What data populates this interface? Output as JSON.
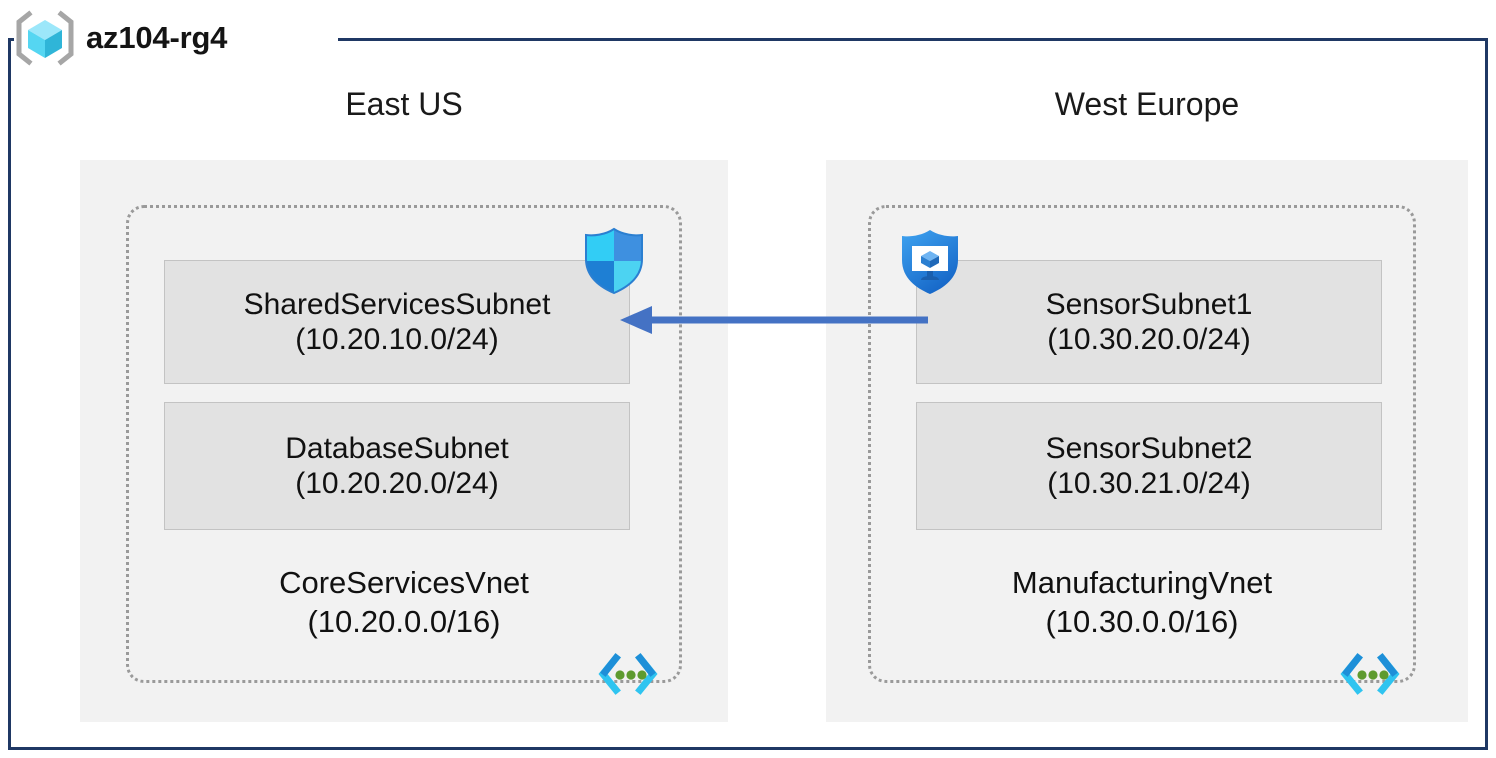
{
  "resource_group": {
    "name": "az104-rg4",
    "icon": "resource-group-cube-icon",
    "frame_color": "#1F3864"
  },
  "regions": [
    {
      "id": "east",
      "label": "East US"
    },
    {
      "id": "west",
      "label": "West Europe"
    }
  ],
  "vnets": [
    {
      "id": "east",
      "name": "CoreServicesVnet",
      "cidr": "(10.20.0.0/16)",
      "region": "East US",
      "icon": "virtual-network-icon",
      "subnets": [
        {
          "name": "SharedServicesSubnet",
          "cidr": "(10.20.10.0/24)",
          "attached_icon": "network-security-group-shield-icon"
        },
        {
          "name": "DatabaseSubnet",
          "cidr": "(10.20.20.0/24)",
          "attached_icon": null
        }
      ]
    },
    {
      "id": "west",
      "name": "ManufacturingVnet",
      "cidr": "(10.30.0.0/16)",
      "region": "West Europe",
      "icon": "virtual-network-icon",
      "subnets": [
        {
          "name": "SensorSubnet1",
          "cidr": "(10.30.20.0/24)",
          "attached_icon": "defender-vm-shield-icon"
        },
        {
          "name": "SensorSubnet2",
          "cidr": "(10.30.21.0/24)",
          "attached_icon": null
        }
      ]
    }
  ],
  "connection": {
    "id": "vnet-peering",
    "direction": "right-to-left",
    "from": "SensorSubnet1",
    "to": "SharedServicesSubnet",
    "color": "#4472C4"
  },
  "colors": {
    "frame_navy": "#1F3864",
    "region_fill": "#F2F2F2",
    "vnet_border": "#9A9A9A",
    "subnet_fill": "#E2E2E2",
    "subnet_border": "#C3C3C3",
    "arrow_blue": "#4472C4",
    "azure_cyan": "#32C8F5",
    "azure_blue": "#1E88E5",
    "vnet_green": "#5E9B2F"
  }
}
